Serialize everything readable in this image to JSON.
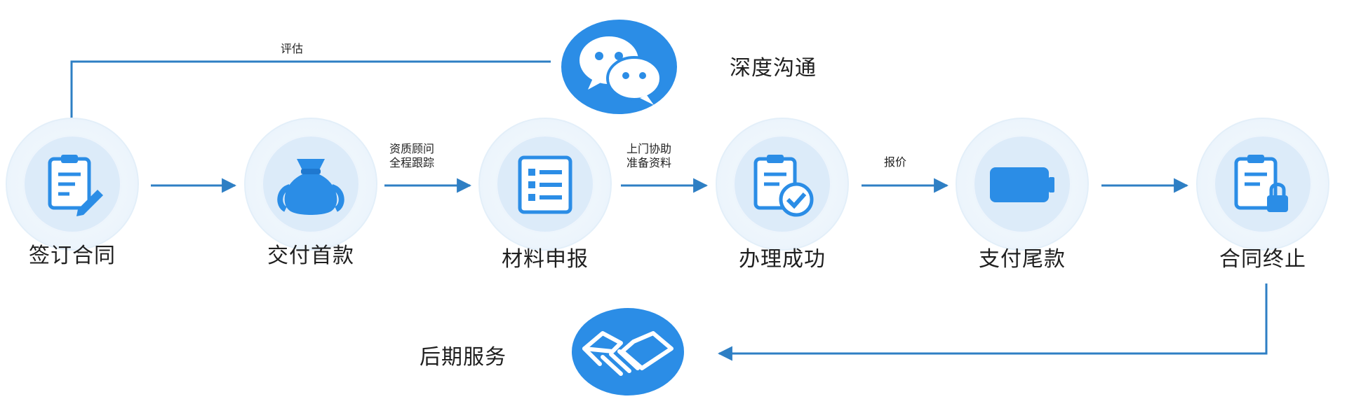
{
  "stages": [
    {
      "label": "签订合同",
      "icon": "contract-pen-icon"
    },
    {
      "label": "交付首款",
      "icon": "money-bag-icon"
    },
    {
      "label": "材料申报",
      "icon": "form-list-icon"
    },
    {
      "label": "办理成功",
      "icon": "contract-check-icon"
    },
    {
      "label": "支付尾款",
      "icon": "battery-icon"
    },
    {
      "label": "合同终止",
      "icon": "contract-lock-icon"
    }
  ],
  "arrows": [
    {
      "lines": []
    },
    {
      "lines": [
        "资质顾问",
        "全程跟踪"
      ]
    },
    {
      "lines": [
        "上门协助",
        "准备资料"
      ]
    },
    {
      "lines": []
    },
    {
      "lines": [
        "报价"
      ]
    }
  ],
  "top_loop": {
    "label": "评估",
    "node_label": "深度沟通",
    "icon": "wechat-icon"
  },
  "bottom_loop": {
    "node_label": "后期服务",
    "icon": "handshake-icon"
  },
  "colors": {
    "accent": "#2b8de6",
    "arrow": "#2e7fc4",
    "halo": "#edf5fc"
  }
}
